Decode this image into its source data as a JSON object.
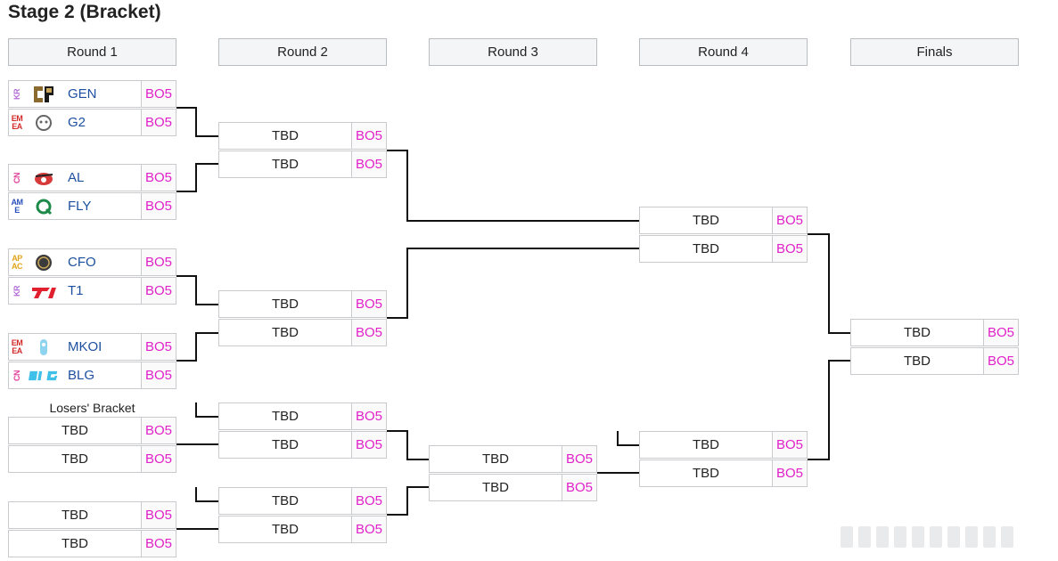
{
  "title": "Stage 2 (Bracket)",
  "rounds": [
    "Round 1",
    "Round 2",
    "Round 3",
    "Round 4",
    "Finals"
  ],
  "losers_label": "Losers' Bracket",
  "round1": [
    {
      "region": "KR",
      "name": "GEN",
      "logo": "gen-logo",
      "score": "BO5"
    },
    {
      "region": "EMEA",
      "name": "G2",
      "logo": "g2-logo",
      "score": "BO5"
    },
    {
      "region": "CN",
      "name": "AL",
      "logo": "al-logo",
      "score": "BO5"
    },
    {
      "region": "AME",
      "name": "FLY",
      "logo": "fly-logo",
      "score": "BO5"
    },
    {
      "region": "APAC",
      "name": "CFO",
      "logo": "cfo-logo",
      "score": "BO5"
    },
    {
      "region": "KR",
      "name": "T1",
      "logo": "t1-logo",
      "score": "BO5"
    },
    {
      "region": "EMEA",
      "name": "MKOI",
      "logo": "mkoi-logo",
      "score": "BO5"
    },
    {
      "region": "CN",
      "name": "BLG",
      "logo": "blg-logo",
      "score": "BO5"
    }
  ],
  "tbd": "TBD",
  "bo5": "BO5",
  "colors": {
    "score": "#e020c8",
    "team": "#1c4f9e",
    "line": "#111111",
    "header_bg": "#f4f5f7"
  }
}
